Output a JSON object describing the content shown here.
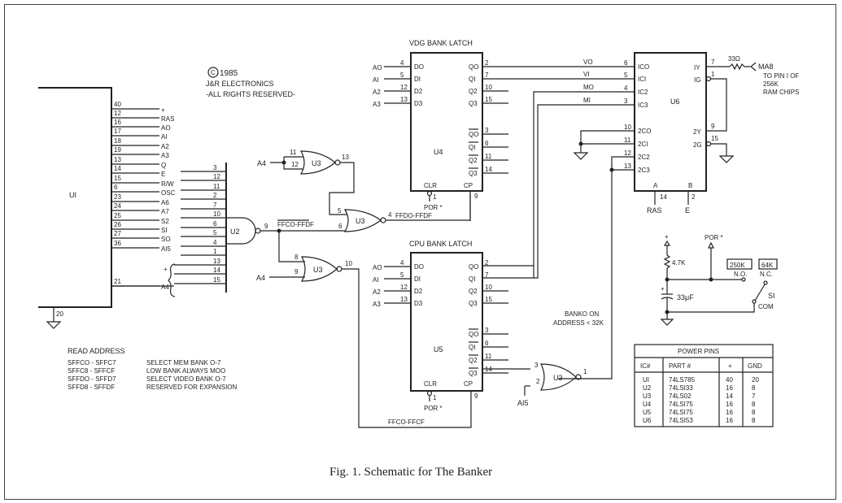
{
  "copyright": {
    "year": "1985",
    "company": "J&R ELECTRONICS",
    "rights": "-ALL RIGHTS RESERVED-"
  },
  "caption": "Fig. 1. Schematic for The Banker",
  "u1": {
    "label": "UI",
    "ground_pin": "20",
    "pins": [
      {
        "pin": "40",
        "signal": "+"
      },
      {
        "pin": "12",
        "signal": "RAS"
      },
      {
        "pin": "16",
        "signal": "AO"
      },
      {
        "pin": "17",
        "signal": "AI"
      },
      {
        "pin": "18",
        "signal": "A2"
      },
      {
        "pin": "19",
        "signal": "A3"
      },
      {
        "pin": "13",
        "signal": "Q"
      },
      {
        "pin": "14",
        "signal": "E"
      },
      {
        "pin": "15",
        "signal": "R/W"
      },
      {
        "pin": "6",
        "signal": "OSC"
      },
      {
        "pin": "23",
        "signal": "A6"
      },
      {
        "pin": "24",
        "signal": "A7"
      },
      {
        "pin": "25",
        "signal": "S2"
      },
      {
        "pin": "26",
        "signal": "SI"
      },
      {
        "pin": "27",
        "signal": "SO"
      },
      {
        "pin": "36",
        "signal": "AI5"
      },
      {
        "pin": "21",
        "signal": "A4"
      }
    ],
    "plus_label": "+"
  },
  "u2": {
    "label": "U2",
    "out_pin": "9",
    "input_pins": [
      "3",
      "12",
      "11",
      "2",
      "7",
      "10",
      "6",
      "5",
      "4",
      "1",
      "13",
      "14",
      "15"
    ],
    "net_label": "FFCO-FFDF"
  },
  "u3": {
    "label": "U3",
    "gate_a": {
      "in": [
        "11",
        "12"
      ],
      "out": "13",
      "input_signal": "A4"
    },
    "gate_b": {
      "in": [
        "5",
        "6"
      ],
      "out": "4",
      "net_label": "FFDO-FFDF"
    },
    "gate_c": {
      "in": [
        "8",
        "9"
      ],
      "out": "10",
      "input_signal": "A4"
    },
    "gate_d": {
      "in": [
        "3",
        "2"
      ],
      "out": "1",
      "input_signal": "AI5"
    }
  },
  "u4": {
    "title": "VDG BANK LATCH",
    "label": "U4",
    "inputs": [
      {
        "signal": "AO",
        "pin": "4",
        "name": "DO"
      },
      {
        "signal": "AI",
        "pin": "5",
        "name": "DI"
      },
      {
        "signal": "A2",
        "pin": "12",
        "name": "D2"
      },
      {
        "signal": "A3",
        "pin": "13",
        "name": "D3"
      }
    ],
    "outputs": [
      {
        "name": "QO",
        "pin": "2"
      },
      {
        "name": "QI",
        "pin": "7"
      },
      {
        "name": "Q2",
        "pin": "10"
      },
      {
        "name": "Q3",
        "pin": "15"
      },
      {
        "name": "QO",
        "pin": "3"
      },
      {
        "name": "QI",
        "pin": "6"
      },
      {
        "name": "Q2",
        "pin": "11"
      },
      {
        "name": "Q3",
        "pin": "14"
      }
    ],
    "clr": "CLR",
    "clr_pin": "1",
    "cp": "CP",
    "cp_pin": "9",
    "por": "POR *"
  },
  "u5": {
    "title": "CPU BANK LATCH",
    "label": "U5",
    "inputs": [
      {
        "signal": "AO",
        "pin": "4",
        "name": "DO"
      },
      {
        "signal": "AI",
        "pin": "5",
        "name": "DI"
      },
      {
        "signal": "A2",
        "pin": "12",
        "name": "D2"
      },
      {
        "signal": "A3",
        "pin": "13",
        "name": "D3"
      }
    ],
    "outputs": [
      {
        "name": "QO",
        "pin": "2"
      },
      {
        "name": "QI",
        "pin": "7"
      },
      {
        "name": "Q2",
        "pin": "10"
      },
      {
        "name": "Q3",
        "pin": "15"
      },
      {
        "name": "QO",
        "pin": "3"
      },
      {
        "name": "QI",
        "pin": "6"
      },
      {
        "name": "Q2",
        "pin": "11"
      },
      {
        "name": "Q3",
        "pin": "14"
      }
    ],
    "clr": "CLR",
    "clr_pin": "1",
    "cp": "CP",
    "cp_pin": "9",
    "por": "POR *",
    "net_label": "FFCO-FFCF"
  },
  "u6": {
    "label": "U6",
    "inputs": [
      {
        "net": "VO",
        "pin": "6",
        "name": "ICO"
      },
      {
        "net": "VI",
        "pin": "5",
        "name": "ICI"
      },
      {
        "net": "MO",
        "pin": "4",
        "name": "IC2"
      },
      {
        "net": "MI",
        "pin": "3",
        "name": "IC3"
      },
      {
        "net": "",
        "pin": "10",
        "name": "2CO"
      },
      {
        "net": "",
        "pin": "11",
        "name": "2CI"
      },
      {
        "net": "",
        "pin": "12",
        "name": "2C2"
      },
      {
        "net": "",
        "pin": "13",
        "name": "2C3"
      }
    ],
    "outputs": [
      {
        "name": "IY",
        "pin": "7"
      },
      {
        "name": "IG",
        "pin": "1"
      },
      {
        "name": "2Y",
        "pin": "9"
      },
      {
        "name": "2G",
        "pin": "15"
      }
    ],
    "sel_a": {
      "name": "A",
      "pin": "14",
      "signal": "RAS"
    },
    "sel_b": {
      "name": "B",
      "pin": "2",
      "signal": "E"
    },
    "resistor": "33Ω",
    "ma8": "MA8",
    "ma8_note": [
      "TO PIN I OF",
      "256K",
      "RAM CHIPS"
    ]
  },
  "bank_note": [
    "BANKO  ON",
    "ADDRESS < 32K"
  ],
  "por_circuit": {
    "plus": "+",
    "por": "POR *",
    "resistor": "4.7K",
    "capacitor": "33μF",
    "cap_plus": "+",
    "switch": "SI",
    "no_box": "250K",
    "no": "N.O.",
    "nc_box": "64K",
    "nc": "N.C.",
    "com": "COM"
  },
  "read_address": {
    "title": "READ ADDRESS",
    "rows": [
      {
        "range": "SFFCO - SFFC7",
        "desc": "SELECT MEM BANK O-7"
      },
      {
        "range": "SFFC8 - SFFCF",
        "desc": "LOW BANK ALWAYS MOO"
      },
      {
        "range": "SFFDO - SFFD7",
        "desc": "SELECT VIDEO BANK O-7"
      },
      {
        "range": "SFFD8 - SFFDF",
        "desc": "RESERVED FOR EXPANSION"
      }
    ]
  },
  "power_pins": {
    "title": "POWER PINS",
    "headers": [
      "IC#",
      "PART #",
      "+",
      "GND"
    ],
    "rows": [
      [
        "UI",
        "74LS785",
        "40",
        "20"
      ],
      [
        "U2",
        "74LSI33",
        "16",
        "8"
      ],
      [
        "U3",
        "74LS02",
        "14",
        "7"
      ],
      [
        "U4",
        "74LSI75",
        "16",
        "8"
      ],
      [
        "U5",
        "74LSI75",
        "16",
        "8"
      ],
      [
        "U6",
        "74LSI53",
        "16",
        "8"
      ]
    ]
  }
}
